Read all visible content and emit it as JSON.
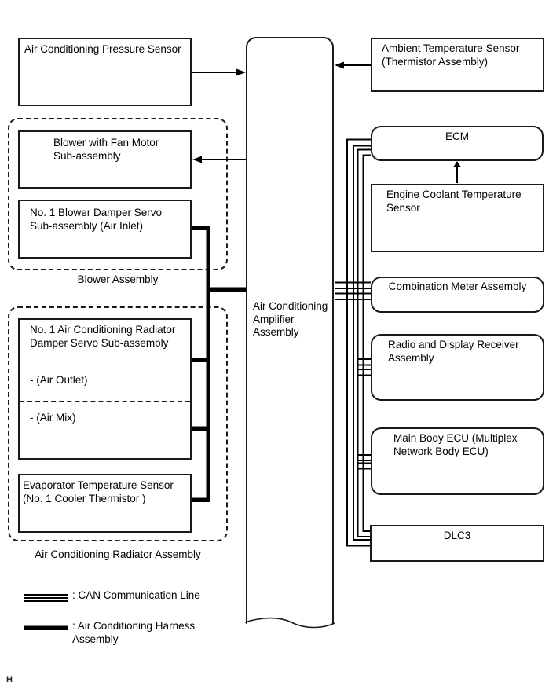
{
  "left_column": {
    "pressure_sensor": "Air Conditioning Pressure Sensor",
    "blower_fan_motor": "Blower with Fan Motor\nSub-assembly",
    "blower_damper_servo": "No. 1 Blower Damper Servo\nSub-assembly (Air Inlet)",
    "blower_group_caption": "Blower Assembly",
    "radiator_damper_servo": "No. 1 Air Conditioning Radiator\nDamper Servo Sub-assembly",
    "air_outlet": "- (Air Outlet)",
    "air_mix": "- (Air Mix)",
    "evaporator_sensor": "Evaporator Temperature Sensor\n(No. 1 Cooler Thermistor )",
    "radiator_group_caption": "Air Conditioning Radiator Assembly"
  },
  "center_unit": {
    "label": "Air Conditioning\nAmplifier\nAssembly"
  },
  "right_column": {
    "ambient_sensor": "Ambient Temperature Sensor\n(Thermistor Assembly)",
    "ecm": "ECM",
    "coolant_sensor": "Engine Coolant Temperature\nSensor",
    "combination_meter": "Combination Meter Assembly",
    "radio_receiver": "Radio and Display Receiver\nAssembly",
    "main_body_ecu": "Main Body ECU (Multiplex\nNetwork Body ECU)",
    "dlc3": "DLC3"
  },
  "legend": {
    "can_line": ": CAN Communication Line",
    "harness": ": Air Conditioning Harness\nAssembly"
  },
  "page_marker": "H",
  "colors": {
    "line": "#000000",
    "border": "#1a1a1a",
    "background": "#ffffff"
  }
}
